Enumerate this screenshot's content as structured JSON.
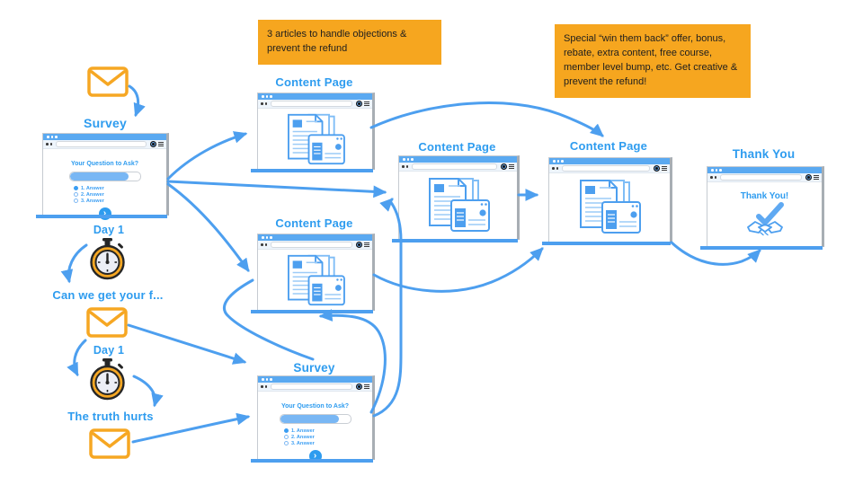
{
  "colors": {
    "accent_blue": "#2E9CEF",
    "arrow_blue": "#4D9FEF",
    "titlebar_blue": "#5AA9F1",
    "callout_orange": "#F6A61F",
    "icon_orange": "#F6A723"
  },
  "callouts": {
    "left": "3 articles to handle objections & prevent the refund",
    "right": "Special “win them back” offer, bonus, rebate, extra content, free course, member level bump, etc. Get creative & prevent the refund!"
  },
  "labels": {
    "survey_top": "Survey",
    "day1_first": "Day 1",
    "feedback_email": "Can we get your f...",
    "day1_second": "Day 1",
    "truth_email": "The truth hurts",
    "content_page_a": "Content Page",
    "content_page_b": "Content Page",
    "content_page_c": "Content Page",
    "content_page_d": "Content Page",
    "survey_bottom": "Survey",
    "thank_you_page": "Thank You"
  },
  "survey": {
    "question": "Your Question to Ask?",
    "answers": [
      "1. Answer",
      "2. Answer",
      "3. Answer"
    ],
    "next_button": "›"
  },
  "thank_you": {
    "message": "Thank You!"
  },
  "icons": {
    "email": "envelope-icon",
    "timer": "stopwatch-icon",
    "handshake": "handshake-check-icon",
    "documents": "articles-icon"
  }
}
